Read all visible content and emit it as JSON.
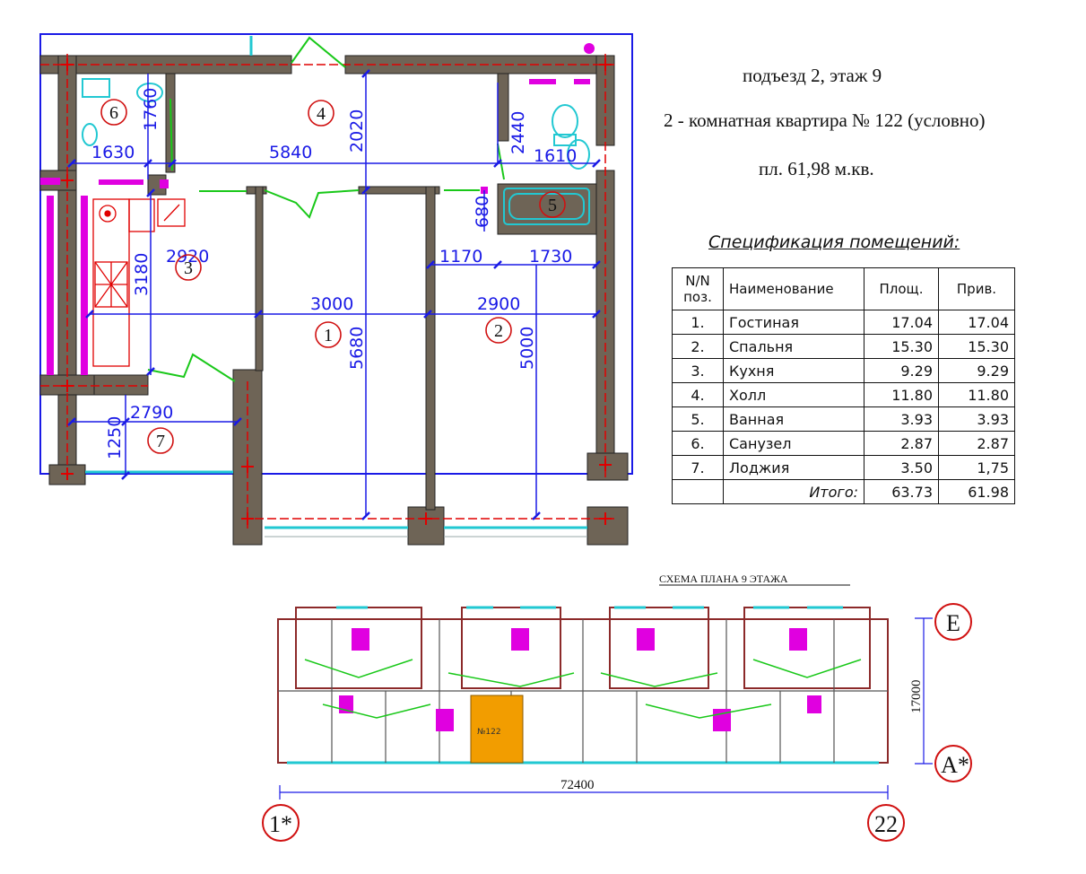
{
  "header": {
    "entrance_floor": "подъезд 2, этаж 9",
    "apartment": "2 - комнатная квартира № 122 (условно)",
    "area": "пл. 61,98  м.кв."
  },
  "spec": {
    "title": "Спецификация  помещений:",
    "headers": {
      "num": "N/N поз.",
      "name": "Наименование",
      "area": "Площ.",
      "reduced": "Прив."
    },
    "rows": [
      {
        "num": "1.",
        "name": "Гостиная",
        "area": "17.04",
        "reduced": "17.04"
      },
      {
        "num": "2.",
        "name": "Спальня",
        "area": "15.30",
        "reduced": "15.30"
      },
      {
        "num": "3.",
        "name": "Кухня",
        "area": "9.29",
        "reduced": "9.29"
      },
      {
        "num": "4.",
        "name": "Холл",
        "area": "11.80",
        "reduced": "11.80"
      },
      {
        "num": "5.",
        "name": "Ванная",
        "area": "3.93",
        "reduced": "3.93"
      },
      {
        "num": "6.",
        "name": "Санузел",
        "area": "2.87",
        "reduced": "2.87"
      },
      {
        "num": "7.",
        "name": "Лоджия",
        "area": "3.50",
        "reduced": "1,75"
      }
    ],
    "total": {
      "label": "Итого:",
      "area": "63.73",
      "reduced": "61.98"
    }
  },
  "plan": {
    "room_numbers": [
      "1",
      "2",
      "3",
      "4",
      "5",
      "6",
      "7"
    ],
    "dimensions": {
      "d1630": "1630",
      "d5840": "5840",
      "d1610": "1610",
      "d1760": "1760",
      "d2020": "2020",
      "d2440": "2440",
      "d3180": "3180",
      "d680": "680",
      "d1170": "1170",
      "d1730": "1730",
      "d2920": "2920",
      "d3000": "3000",
      "d2900": "2900",
      "d5680": "5680",
      "d5000": "5000",
      "d2790": "2790",
      "d1250": "1250"
    }
  },
  "scheme": {
    "title": "СХЕМА ПЛАНА  9 ЭТАЖА",
    "width_dim": "72400",
    "height_dim": "17000",
    "axis_left": "1*",
    "axis_right": "22",
    "axis_top": "Е",
    "axis_bottom": "А*",
    "apt_label": "№122"
  },
  "colors": {
    "wall": "#6e6456",
    "dim": "#1a1ae6",
    "door": "#19c819",
    "axis": "#e00000",
    "magenta": "#e000e0",
    "cyan": "#22c8d2",
    "apt": "#f29d00",
    "room_circle": "#d01010"
  }
}
